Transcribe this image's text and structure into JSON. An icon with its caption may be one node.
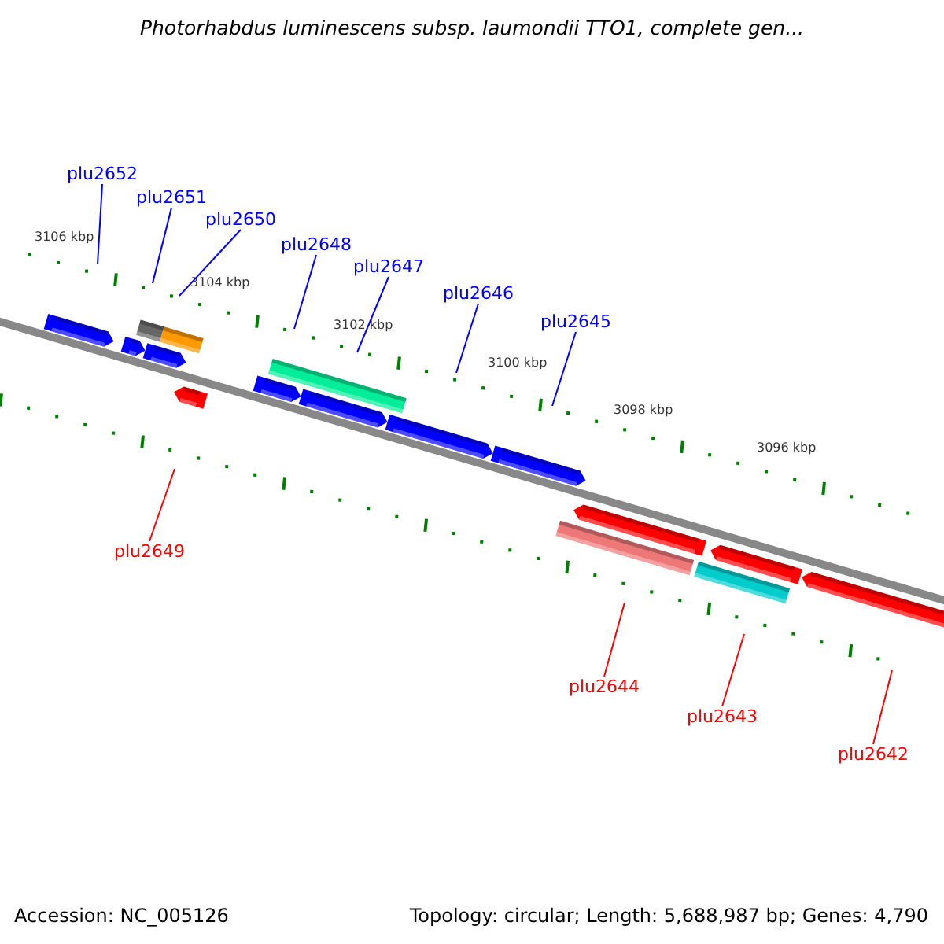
{
  "diagram": {
    "title": "Photorhabdus luminescens subsp. laumondii TTO1, complete gen...",
    "nodes": [
      {
        "text": [
          "plu2652"
        ]
      },
      {
        "text": [
          "plu2651"
        ]
      },
      {
        "text": [
          "plu2650"
        ]
      },
      {
        "text": [
          "plu2648"
        ]
      },
      {
        "text": [
          "plu2647"
        ]
      },
      {
        "text": [
          "plu2646"
        ]
      },
      {
        "text": [
          "plu2645"
        ]
      },
      {
        "text": [
          "plu2649"
        ]
      },
      {
        "text": [
          "plu2644"
        ]
      },
      {
        "text": [
          "plu2643"
        ]
      },
      {
        "text": [
          "plu2642"
        ]
      }
    ],
    "edges": [
      {
        "from": 0,
        "to": null,
        "arrow": "none"
      },
      {
        "from": 1,
        "to": null,
        "arrow": "none"
      },
      {
        "from": 2,
        "to": null,
        "arrow": "none"
      },
      {
        "from": 3,
        "to": null,
        "arrow": "none"
      },
      {
        "from": 4,
        "to": null,
        "arrow": "none"
      },
      {
        "from": 5,
        "to": null,
        "arrow": "none"
      },
      {
        "from": 6,
        "to": null,
        "arrow": "none"
      },
      {
        "from": 7,
        "to": null,
        "arrow": "none",
        "color": "#ff0000"
      },
      {
        "from": 8,
        "to": null,
        "arrow": "none",
        "color": "#ff0000"
      },
      {
        "from": 9,
        "to": null,
        "arrow": "none",
        "color": "#ff0000"
      },
      {
        "from": 10,
        "to": null,
        "arrow": "none",
        "color": "#ff0000"
      }
    ],
    "labels": [
      "3106 kbp",
      "3104 kbp",
      "3102 kbp",
      "3100 kbp",
      "3098 kbp",
      "3096 kbp",
      "Accession: NC_005126",
      "Topology: circular; Length: 5,688,987 bp; Genes: 4,790"
    ]
  }
}
